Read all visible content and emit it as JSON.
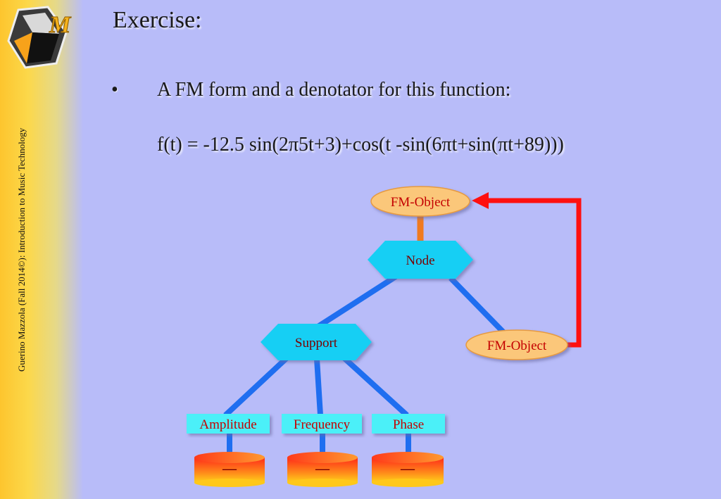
{
  "sidebar": {
    "vertical_text": "Guerino Mazzola (Fall 2014©): Introduction to Music Technology"
  },
  "slide": {
    "title": "Exercise:",
    "bullet_marker": "•",
    "bullet_text": "A FM form and a denotator for this function:",
    "formula": "f(t) = -12.5 sin(2π5t+3)+cos(t -sin(6πt+sin(πt+89)))"
  },
  "diagram": {
    "fm_object_top": "FM-Object",
    "node": "Node",
    "fm_object_right": "FM-Object",
    "support": "Support",
    "amplitude": "Amplitude",
    "frequency": "Frequency",
    "phase": "Phase",
    "cylinder_1": "—",
    "cylinder_2": "—",
    "cylinder_3": "—"
  },
  "colors": {
    "background": "#b8bcf9",
    "sidebar": "#fdc52e",
    "connector": "#1f6ef0",
    "recursion_arrow": "#ff1010",
    "hexagon": "#14cff4",
    "ellipse": "#fbc77a",
    "label_red": "#c40000",
    "leaf_box": "#4cf0f8"
  }
}
